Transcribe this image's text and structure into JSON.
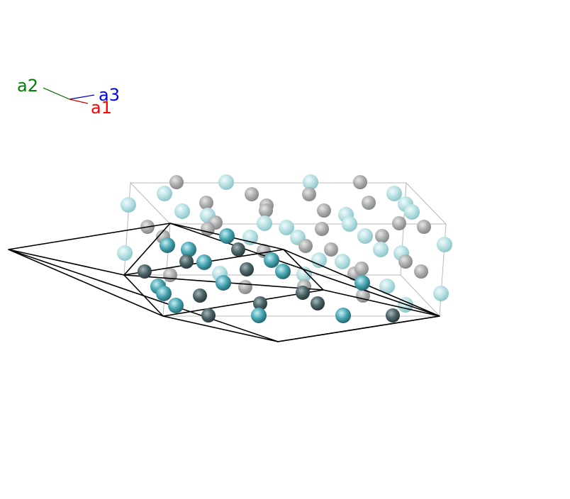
{
  "axes": {
    "a1": {
      "label": "a1",
      "color": "#ff0000"
    },
    "a2": {
      "label": "a2",
      "color": "#008000"
    },
    "a3": {
      "label": "a3",
      "color": "#0000ff"
    }
  },
  "colors": {
    "atom_dark": "#4d6669",
    "atom_teal": "#4aa8b5",
    "atom_gray_faded": "#a9abab",
    "atom_cyan_faded": "#b5dfe2",
    "cell_outline": "#b8b8b8",
    "slab_outline": "#000000"
  }
}
